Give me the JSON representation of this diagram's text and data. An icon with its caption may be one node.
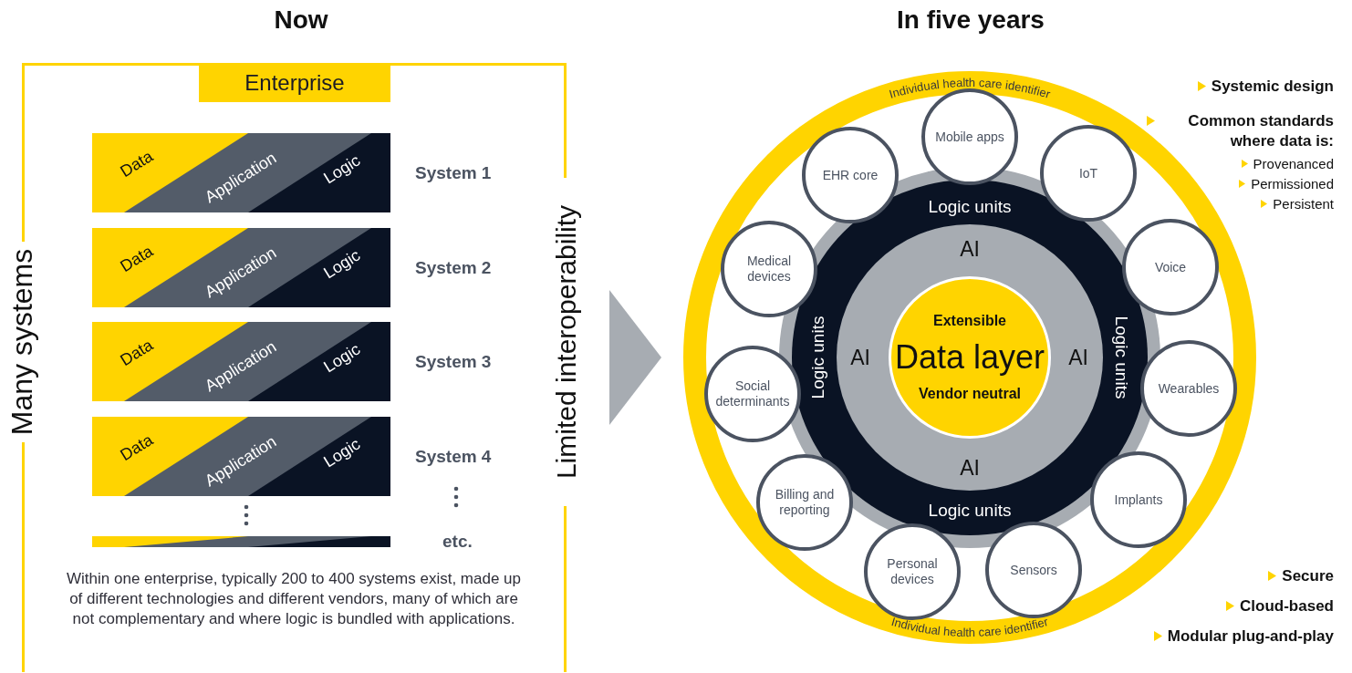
{
  "diagram": {
    "nodes": [
      {
        "text": [
          "Enterprise"
        ]
      },
      {
        "text": [
          "Data",
          "Application",
          "Logic"
        ],
        "in": 0,
        "beside": [
          "System 1"
        ]
      },
      {
        "text": [
          "Data",
          "Application",
          "Logic"
        ],
        "in": 0,
        "beside": [
          "System 2"
        ]
      },
      {
        "text": [
          "Data",
          "Application",
          "Logic"
        ],
        "in": 0,
        "beside": [
          "System 3"
        ]
      },
      {
        "text": [
          "Data",
          "Application",
          "Logic"
        ],
        "in": 0,
        "beside": [
          "System 4"
        ]
      },
      {
        "text": [],
        "shape": "bar",
        "in": 0,
        "beside": [
          "etc."
        ]
      },
      {
        "text": [
          "Individual health care identifier",
          "Individual health care identifier"
        ]
      },
      {
        "text": [
          "Logic units",
          "Logic units",
          "Logic units",
          "Logic units"
        ],
        "in": 6
      },
      {
        "text": [
          "AI",
          "AI",
          "AI",
          "AI"
        ],
        "in": 7
      },
      {
        "text": [
          "Extensible",
          "Data layer",
          "Vendor neutral"
        ],
        "in": 8
      },
      {
        "text": [
          "Mobile apps"
        ],
        "in": 6
      },
      {
        "text": [
          "IoT"
        ],
        "in": 6
      },
      {
        "text": [
          "Voice"
        ],
        "in": 6
      },
      {
        "text": [
          "Wearables"
        ],
        "in": 6
      },
      {
        "text": [
          "Implants"
        ],
        "in": 6
      },
      {
        "text": [
          "Sensors"
        ],
        "in": 6
      },
      {
        "text": [
          "Personal devices"
        ],
        "in": 6
      },
      {
        "text": [
          "Billing and reporting"
        ],
        "in": 6
      },
      {
        "text": [
          "Social determinants"
        ],
        "in": 6
      },
      {
        "text": [
          "Medical devices"
        ],
        "in": 6
      },
      {
        "text": [
          "EHR core"
        ],
        "in": 6
      }
    ],
    "edges": [
      {
        "from": 0,
        "to": 6,
        "arrow": "to"
      }
    ],
    "labels": [
      "Now",
      "In five years",
      "Many systems",
      "Limited interoperability",
      "Within one enterprise, typically 200 to 400 systems exist, made up of different technologies and different vendors, many of which are not complementary and where logic is bundled with applications.",
      "Systemic design",
      "Common standards where data is:",
      "Provenanced",
      "Permissioned",
      "Persistent",
      "Secure",
      "Cloud-based",
      "Modular plug-and-play"
    ]
  }
}
